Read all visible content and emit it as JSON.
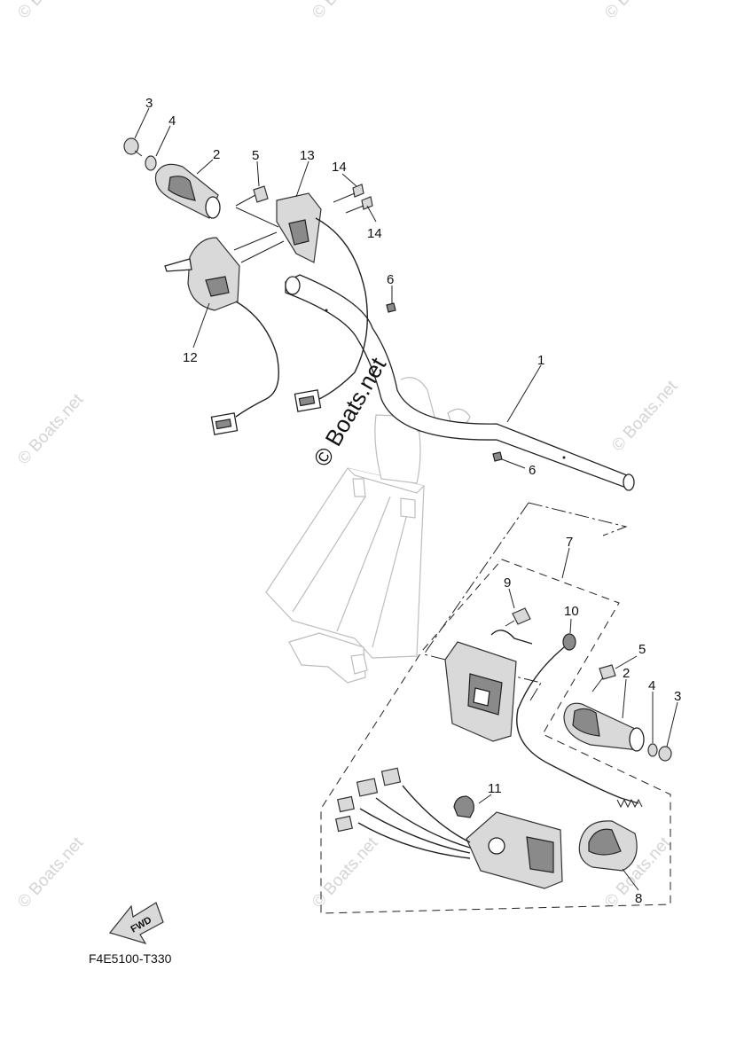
{
  "diagram": {
    "callouts": [
      "3",
      "4",
      "2",
      "5",
      "13",
      "14",
      "14",
      "6",
      "12",
      "1",
      "6",
      "7",
      "9",
      "10",
      "5",
      "2",
      "4",
      "3",
      "11",
      "8"
    ],
    "fwd_label": "FWD",
    "code": "F4E5100-T330",
    "watermark_main": "© Boats.net",
    "watermark_small": "© Boats.net"
  }
}
